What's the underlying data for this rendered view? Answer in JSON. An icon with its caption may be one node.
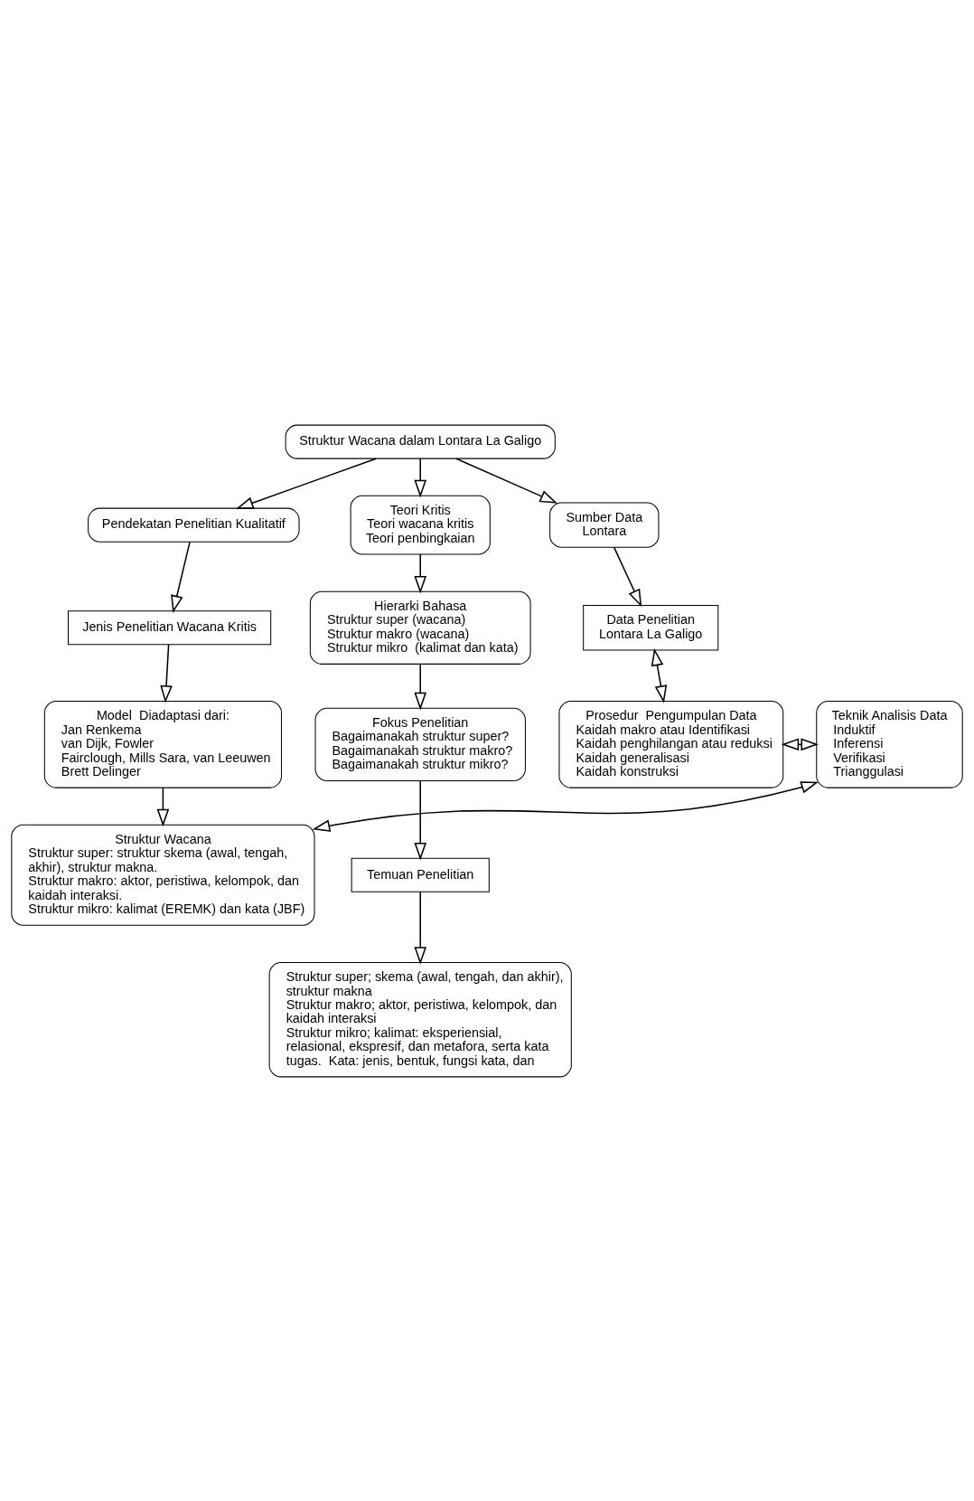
{
  "diagram": {
    "nodes": [
      {
        "text": [
          "Struktur Wacana dalam Lontara La Galigo"
        ]
      },
      {
        "text": [
          "Pendekatan Penelitian Kualitatif"
        ]
      },
      {
        "text": [
          "Teori Kritis",
          "Teori wacana kritis",
          "Teori penbingkaian"
        ]
      },
      {
        "text": [
          "Sumber Data",
          "Lontara"
        ]
      },
      {
        "text": [
          "Jenis Penelitian Wacana Kritis"
        ]
      },
      {
        "text": [
          "Hierarki Bahasa",
          "Struktur super (wacana)",
          "Struktur makro (wacana)",
          "Struktur mikro  (kalimat dan kata)"
        ]
      },
      {
        "text": [
          "Data Penelitian",
          "Lontara La Galigo"
        ]
      },
      {
        "text": [
          "Model  Diadaptasi dari:",
          "Jan Renkema",
          "van Dijk, Fowler",
          "Fairclough, Mills Sara, van Leeuwen",
          "Brett Delinger"
        ]
      },
      {
        "text": [
          "Fokus Penelitian",
          "Bagaimanakah struktur super?",
          "Bagaimanakah struktur makro?",
          "Bagaimanakah struktur mikro?"
        ]
      },
      {
        "text": [
          "Struktur Wacana",
          "Struktur super: struktur skema (awal, tengah, akhir), struktur makna.",
          "Struktur makro: aktor, peristiwa, kelompok, dan kaidah interaksi.",
          "Struktur mikro: kalimat (EREMK) dan kata (JBF)"
        ]
      },
      {
        "text": [
          "Temuan Penelitian"
        ]
      },
      {
        "text": [
          "Struktur super; skema (awal, tengah, dan akhir), struktur makna",
          "Struktur makro; aktor, peristiwa, kelompok, dan kaidah interaksi",
          "Struktur mikro; kalimat: eksperiensial, relasional, ekspresif, dan metafora, serta kata tugas.  Kata: jenis, bentuk, fungsi kata, dan"
        ]
      },
      {
        "text": [
          "Teknik Analisis Data",
          "Induktif",
          "Inferensi",
          "Verifikasi",
          "Trianggulasi"
        ]
      },
      {
        "text": [
          "Prosedur  Pengumpulan Data",
          "Kaidah makro atau Identifikasi",
          "Kaidah penghilangan atau reduksi",
          "Kaidah generalisasi",
          "Kaidah konstruksi"
        ]
      }
    ],
    "edges": [
      {
        "from": 0,
        "to": 1,
        "arrow": "to"
      },
      {
        "from": 0,
        "to": 2,
        "arrow": "to"
      },
      {
        "from": 0,
        "to": 3,
        "arrow": "to"
      },
      {
        "from": 1,
        "to": 4,
        "arrow": "to"
      },
      {
        "from": 2,
        "to": 5,
        "arrow": "to"
      },
      {
        "from": 3,
        "to": 6,
        "arrow": "to"
      },
      {
        "from": 4,
        "to": 7,
        "arrow": "to"
      },
      {
        "from": 5,
        "to": 8,
        "arrow": "to"
      },
      {
        "from": 7,
        "to": 9,
        "arrow": "to"
      },
      {
        "from": 8,
        "to": 10,
        "arrow": "to"
      },
      {
        "from": 10,
        "to": 11,
        "arrow": "to"
      },
      {
        "from": 6,
        "to": 13,
        "arrow": "both"
      },
      {
        "from": 9,
        "to": 12,
        "arrow": "both"
      },
      {
        "from": 12,
        "to": 13,
        "arrow": "both"
      }
    ]
  }
}
